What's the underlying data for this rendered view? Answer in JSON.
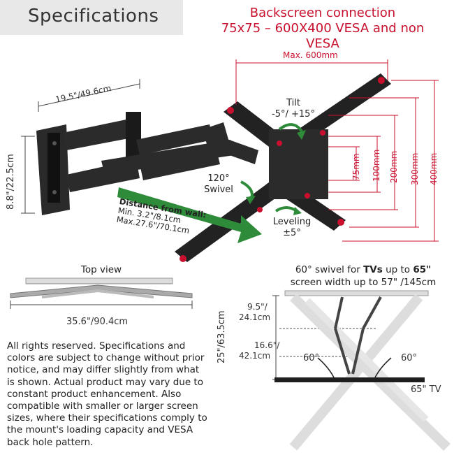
{
  "header": {
    "title": "Specifications",
    "backscreen_line1": "Backscreen connection",
    "backscreen_line2": "75x75 – 600X400 VESA and non VESA"
  },
  "dimensions": {
    "arm_width": "19.5\"/49.6cm",
    "wall_height": "8.8\"/22.5cm",
    "max_width": "Max. 600mm",
    "vesa_heights": [
      "75mm",
      "100mm",
      "200mm",
      "300mm",
      "400mm"
    ]
  },
  "features": {
    "tilt_title": "Tilt",
    "tilt_range": "-5°/ +15°",
    "swivel_angle": "120°",
    "swivel_label": "Swivel",
    "leveling_title": "Leveling",
    "leveling_range": "±5°",
    "distance_title": "Distance from wall:",
    "distance_min": "Min. 3.2\"/8.1cm",
    "distance_max": "Max.27.6\"/70.1cm"
  },
  "top_view": {
    "title": "Top view",
    "width": "35.6\"/90.4cm"
  },
  "swivel_view": {
    "title_prefix": "60° swivel for ",
    "title_bold1": "TVs",
    "title_mid": " up to ",
    "title_bold2": "65\"",
    "subtitle": "screen width up to 57\" /145cm",
    "depth": "25\"/63.5cm",
    "dim1_a": "9.5\"/",
    "dim1_b": "24.1cm",
    "dim2_a": "16.6\"/",
    "dim2_b": "42.1cm",
    "angle_left": "60°",
    "angle_right": "60°",
    "tv_label": "65\" TV"
  },
  "disclaimer": "All rights reserved. Specifications and colors are subject to change without prior notice, and may differ slightly from what is shown. Actual product may vary due to constant product enhancement. Also compatible with smaller or larger screen sizes, where their specifications comply to the mount's loading capacity and VESA back hole pattern.",
  "colors": {
    "accent_red": "#c8102e",
    "arrow_green": "#2e8b3a",
    "mount_black": "#1e1e1e",
    "title_bg": "#e8e8e8"
  }
}
